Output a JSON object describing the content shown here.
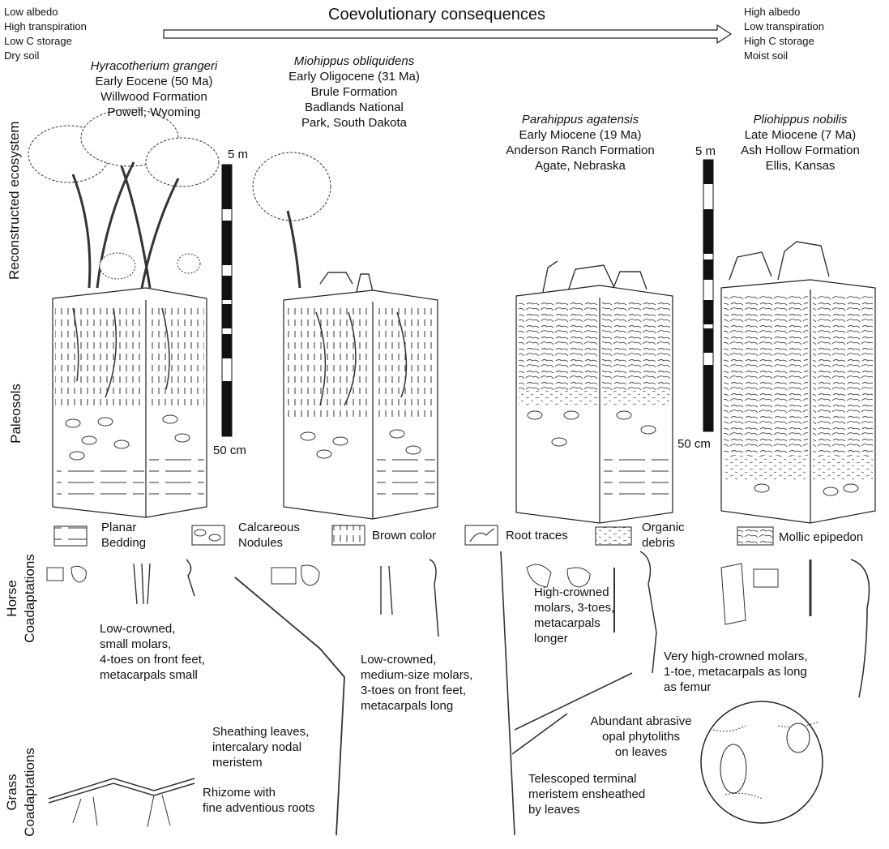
{
  "top": {
    "left_list": [
      "Low albedo",
      "High transpiration",
      "Low C storage",
      "Dry soil"
    ],
    "arrow_title": "Coevolutionary consequences",
    "right_list": [
      "High albedo",
      "Low transpiration",
      "High C storage",
      "Moist soil"
    ]
  },
  "species": [
    {
      "name": "Hyracotherium grangeri",
      "lines": [
        "Early Eocene (50 Ma)",
        "Willwood Formation",
        "Powell, Wyoming"
      ]
    },
    {
      "name": "Miohippus obliquidens",
      "lines": [
        "Early Oligocene (31 Ma)",
        "Brule Formation",
        "Badlands National",
        "Park, South Dakota"
      ]
    },
    {
      "name": "Parahippus agatensis",
      "lines": [
        "Early Miocene (19 Ma)",
        "Anderson Ranch Formation",
        "Agate, Nebraska"
      ]
    },
    {
      "name": "Pliohippus nobilis",
      "lines": [
        "Late Miocene (7 Ma)",
        "Ash Hollow Formation",
        "Ellis, Kansas"
      ]
    }
  ],
  "row_labels": {
    "ecosystem": "Reconstructed ecosystem",
    "paleosols": "Paleosols",
    "horse": [
      "Horse",
      "Coadaptations"
    ],
    "grass": [
      "Grass",
      "Coadaptations"
    ]
  },
  "scale_bars": [
    {
      "top": "5 m",
      "bottom": "50 cm"
    },
    {
      "top": "5 m",
      "bottom": "50 cm"
    }
  ],
  "legend": [
    {
      "label": [
        "Planar",
        "Bedding"
      ]
    },
    {
      "label": [
        "Calcareous",
        "Nodules"
      ]
    },
    {
      "label": [
        "Brown color"
      ]
    },
    {
      "label": [
        "Root traces"
      ]
    },
    {
      "label": [
        "Organic",
        "debris"
      ]
    },
    {
      "label": [
        "Mollic epipedon"
      ]
    }
  ],
  "horse_text": [
    [
      "Low-crowned,",
      "small molars,",
      "4-toes on front feet,",
      "metacarpals small"
    ],
    [
      "Low-crowned,",
      "medium-size molars,",
      "3-toes on front feet,",
      "metacarpals long"
    ],
    [
      "High-crowned",
      "molars, 3-toes,",
      "metacarpals",
      "longer"
    ],
    [
      "Very high-crowned molars,",
      "1-toe, metacarpals as long",
      "as femur"
    ]
  ],
  "grass_text": {
    "sheathing": [
      "Sheathing leaves,",
      "intercalary nodal",
      "meristem"
    ],
    "rhizome": [
      "Rhizome with",
      "fine adventious roots"
    ],
    "phytoliths": [
      "Abundant abrasive",
      "opal phytoliths",
      "on leaves"
    ],
    "telescoped": [
      "Telescoped terminal",
      "meristem ensheathed",
      "by leaves"
    ]
  }
}
